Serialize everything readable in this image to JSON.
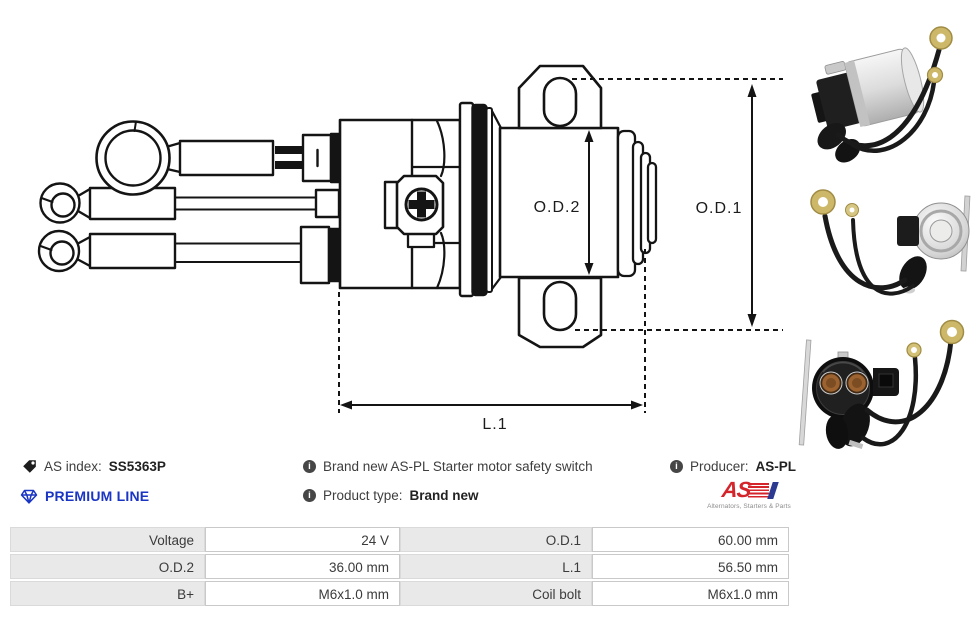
{
  "drawing": {
    "od2_label": "O.D.2",
    "od1_label": "O.D.1",
    "l1_label": "L.1"
  },
  "meta": {
    "as_index": {
      "label": "AS index:",
      "value": "SS5363P"
    },
    "premium_line": "PREMIUM LINE",
    "description": "Brand new AS-PL Starter motor safety switch",
    "product_type": {
      "label": "Product type:",
      "value": "Brand new"
    },
    "producer": {
      "label": "Producer:",
      "value": "AS-PL"
    },
    "logo": {
      "text": "AS",
      "tagline": "Alternators, Starters & Parts"
    }
  },
  "icons": {
    "info_glyph": "i"
  },
  "spec_table": {
    "rows": [
      {
        "label1": "Voltage",
        "value1": "24 V",
        "label2": "O.D.1",
        "value2": "60.00 mm"
      },
      {
        "label1": "O.D.2",
        "value1": "36.00 mm",
        "label2": "L.1",
        "value2": "56.50 mm"
      },
      {
        "label1": "B+",
        "value1": "M6x1.0 mm",
        "label2": "Coil bolt",
        "value2": "M6x1.0 mm"
      }
    ]
  },
  "colors": {
    "premium_blue": "#1a35c3",
    "logo_red": "#d4252b",
    "logo_navy": "#2b3990"
  }
}
